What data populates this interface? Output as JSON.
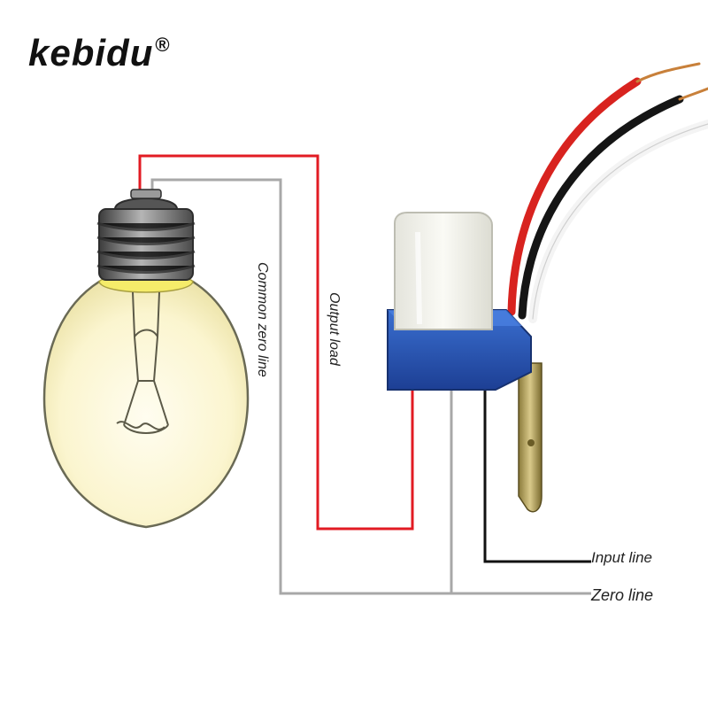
{
  "brand": {
    "name": "kebidu",
    "mark": "®"
  },
  "labels": {
    "common_zero": "Common zero line",
    "output_load": "Output load",
    "input_line": "Input line",
    "zero_line": "Zero line"
  },
  "colors": {
    "red_wire": "#e21b23",
    "gray_wire": "#a8a8a8",
    "black_wire": "#111111",
    "sensor_blue": "#2452b5",
    "sensor_cap": "#f1f1ea",
    "bulb_glass": "#fbf6d6",
    "bulb_glow": "#f5ec6a",
    "screw_base": "#6e6e6e"
  },
  "icons": {
    "bulb": "light-bulb-icon",
    "sensor": "photocell-switch-icon"
  }
}
